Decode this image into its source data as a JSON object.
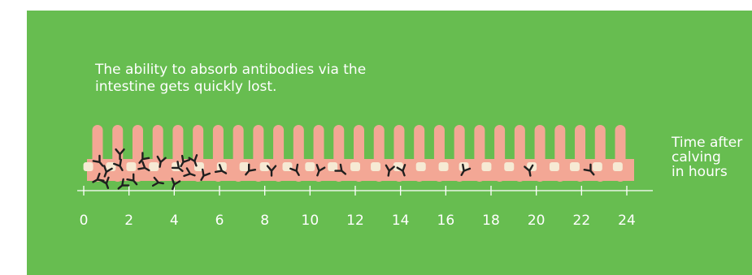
{
  "colors": {
    "background": "#67bd50",
    "villi": "#f3a795",
    "pores": "#f6ead4",
    "antibody": "#1f1f1f",
    "text": "#ffffff"
  },
  "caption": {
    "line1": "The ability to absorb antibodies via the",
    "line2": "intestine gets quickly lost."
  },
  "axis": {
    "label_line1": "Time after",
    "label_line2": "calving",
    "label_line3": "in hours",
    "min": 0,
    "max": 24,
    "ticks": [
      0,
      2,
      4,
      6,
      8,
      10,
      12,
      14,
      16,
      18,
      20,
      22,
      24
    ]
  },
  "villi_count": 27,
  "pores": [
    0.2,
    1.2,
    2.1,
    3.1,
    4.1,
    5.1,
    6.1,
    7.1,
    8.0,
    9.0,
    10.0,
    11.0,
    12.0,
    12.9,
    13.9,
    14.9,
    15.9,
    16.8,
    17.8,
    18.8,
    19.8,
    20.8,
    21.7,
    22.7,
    23.6
  ],
  "antibodies": [
    {
      "t": 0.7,
      "level": 1.05,
      "rot": -40
    },
    {
      "t": 1.0,
      "level": 0.55,
      "rot": 20
    },
    {
      "t": 1.6,
      "level": 1.45,
      "rot": 0
    },
    {
      "t": 1.6,
      "level": 0.85,
      "rot": -30
    },
    {
      "t": 2.6,
      "level": 1.2,
      "rot": 40
    },
    {
      "t": 2.7,
      "level": 0.75,
      "rot": -60
    },
    {
      "t": 3.4,
      "level": 1.05,
      "rot": 10
    },
    {
      "t": 4.2,
      "level": 0.75,
      "rot": -50
    },
    {
      "t": 4.4,
      "level": 1.05,
      "rot": 30
    },
    {
      "t": 4.9,
      "level": 1.1,
      "rot": -20
    },
    {
      "t": 5.3,
      "level": 0.35,
      "rot": 30
    },
    {
      "t": 0.6,
      "level": 0.15,
      "rot": 60
    },
    {
      "t": 1.0,
      "level": -0.05,
      "rot": -20
    },
    {
      "t": 1.7,
      "level": -0.15,
      "rot": 50
    },
    {
      "t": 2.2,
      "level": 0.1,
      "rot": -40
    },
    {
      "t": 3.3,
      "level": 0.0,
      "rot": -80
    },
    {
      "t": 4.0,
      "level": -0.1,
      "rot": 20
    },
    {
      "t": 4.7,
      "level": 0.45,
      "rot": -70
    },
    {
      "t": 6.1,
      "level": 0.6,
      "rot": -60
    },
    {
      "t": 7.3,
      "level": 0.6,
      "rot": 40
    },
    {
      "t": 8.3,
      "level": 0.6,
      "rot": 0
    },
    {
      "t": 9.4,
      "level": 0.6,
      "rot": -30
    },
    {
      "t": 10.4,
      "level": 0.6,
      "rot": 20
    },
    {
      "t": 11.4,
      "level": 0.6,
      "rot": -50
    },
    {
      "t": 13.5,
      "level": 0.6,
      "rot": 10
    },
    {
      "t": 14.1,
      "level": 0.6,
      "rot": -20
    },
    {
      "t": 16.8,
      "level": 0.6,
      "rot": 30
    },
    {
      "t": 19.7,
      "level": 0.6,
      "rot": -10
    },
    {
      "t": 22.4,
      "level": 0.6,
      "rot": -40
    }
  ]
}
